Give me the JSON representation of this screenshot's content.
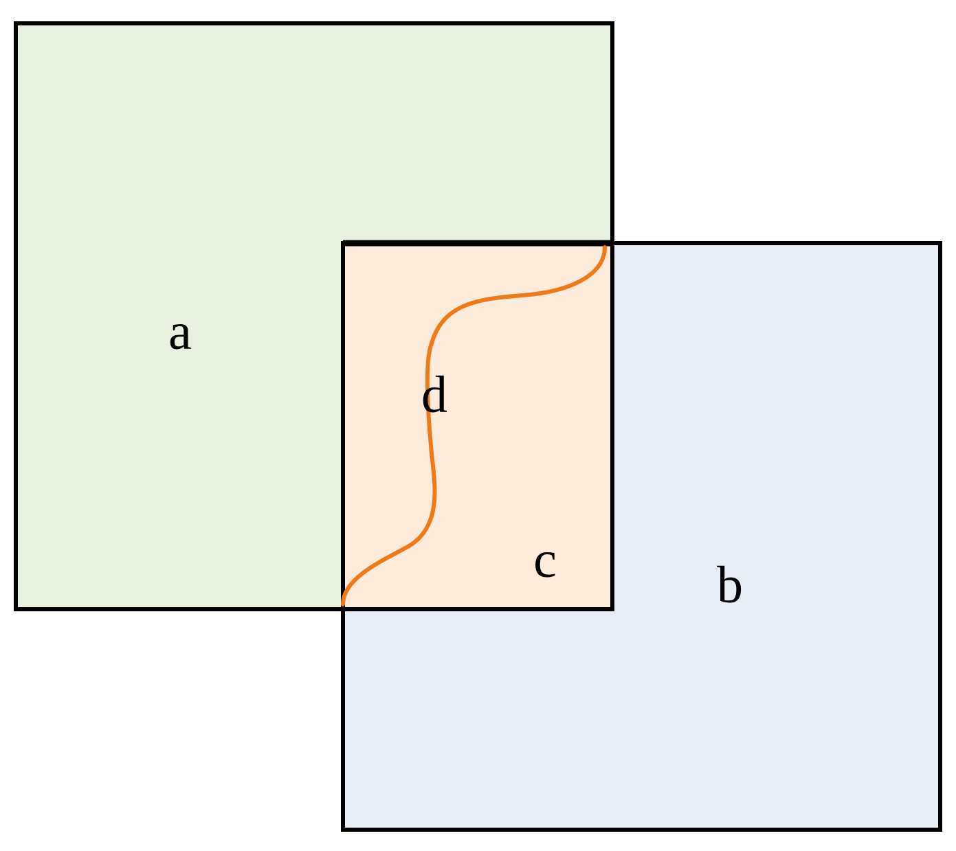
{
  "labels": {
    "a": "a",
    "b": "b",
    "c": "c",
    "d": "d"
  },
  "colors": {
    "region_a_fill": "#e8f0df",
    "region_b_fill": "#e7eef6",
    "overlap_fill": "#fdebdc",
    "border": "#000000",
    "curve": "#f07a18"
  }
}
